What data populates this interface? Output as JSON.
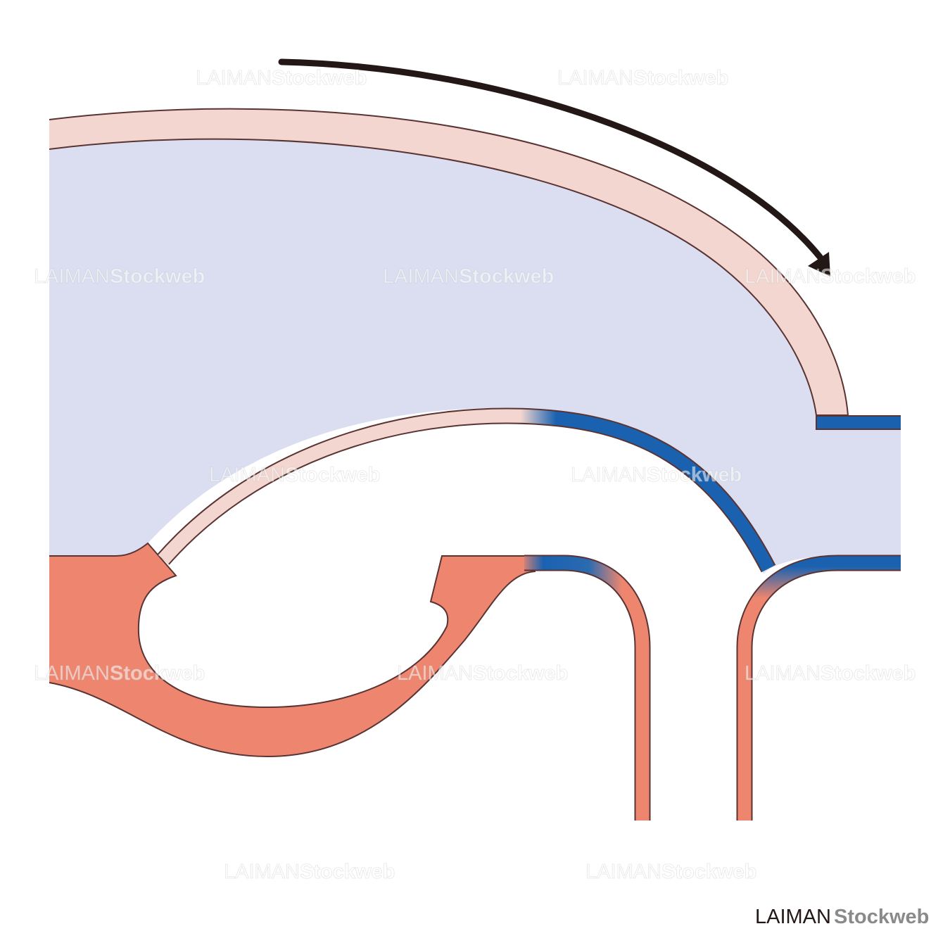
{
  "watermark": {
    "brand": "LAIMAN",
    "suffix": "Stockweb"
  },
  "logo": {
    "brand": "LAIMAN",
    "suffix": "Stockweb"
  },
  "colors": {
    "cavity": "#DADEF0",
    "ectoderm_pink": "#F2D6CF",
    "endoderm_blue": "#1A62B0",
    "mesoderm_red": "#EE866F",
    "outline": "#5A3333",
    "arrow": "#231815"
  }
}
